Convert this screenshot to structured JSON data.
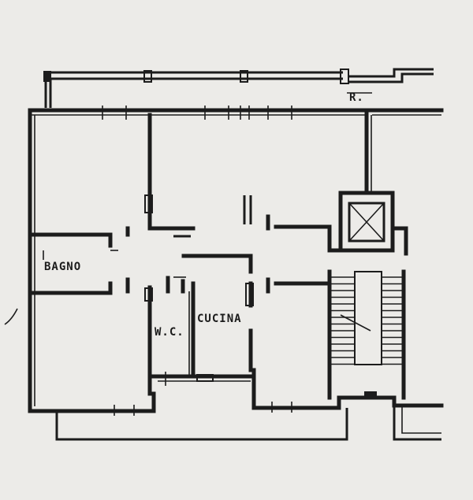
{
  "rooms": {
    "bagno": "BAGNO",
    "wc": "W.C.",
    "cucina": "CUCINA"
  },
  "marks": {
    "r": "R."
  },
  "colors": {
    "paper": "#ecebe8",
    "ink": "#1c1c1c"
  }
}
